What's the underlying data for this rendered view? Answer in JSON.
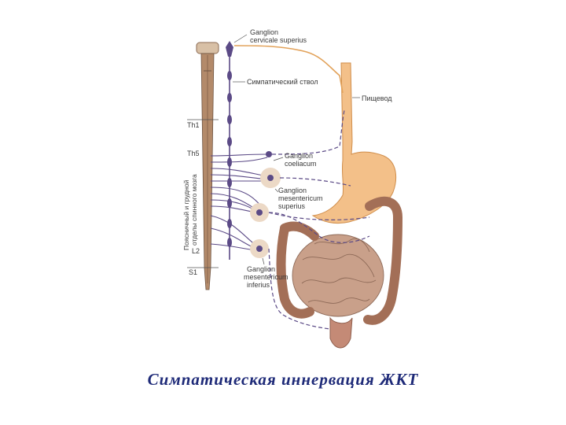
{
  "diagram": {
    "labels": {
      "ganglion_cervicale_1": "Ganglion",
      "ganglion_cervicale_2": "cervicale superius",
      "sympathetic_trunk": "Симпатический ствол",
      "esophagus": "Пищевод",
      "ganglion_coeliacum_1": "Ganglion",
      "ganglion_coeliacum_2": "coeliacum",
      "ganglion_mes_sup_1": "Ganglion",
      "ganglion_mes_sup_2": "mesentericum",
      "ganglion_mes_sup_3": "superius",
      "ganglion_mes_inf_1": "Ganglion",
      "ganglion_mes_inf_2": "mesentericum",
      "ganglion_mes_inf_3": "inferius",
      "spinal_cord_1": "Поясничный и грудной",
      "spinal_cord_2": "отделы спинного мозга"
    },
    "segments": {
      "th1": "Th1",
      "th5": "Th5",
      "l2": "L2",
      "s1": "S1"
    },
    "colors": {
      "nerve": "#5b4a86",
      "digestive": "#f3c089",
      "intestine": "#b8907a",
      "spinal": "#b38a6a"
    }
  },
  "caption": "Симпатическая иннервация ЖКТ"
}
